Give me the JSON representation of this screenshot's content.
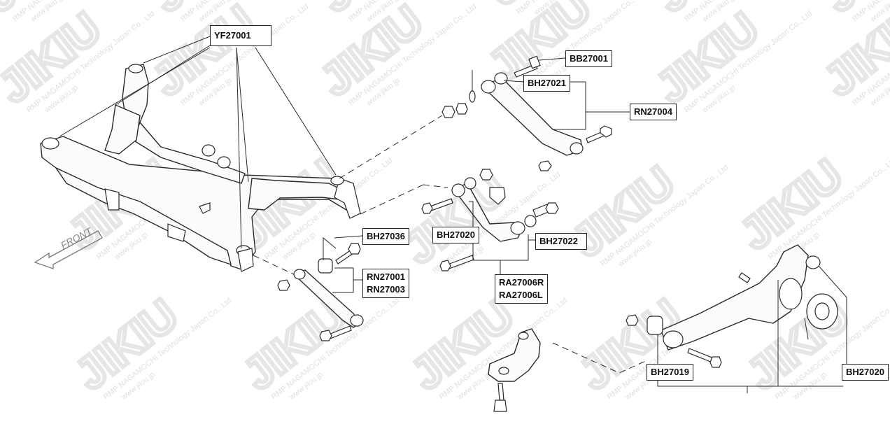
{
  "watermark": {
    "brand": "JIKIU",
    "line1": "RMP NAGAMOCHI Technology Japan Co., Ltd",
    "line2": "www.jikiu.jp"
  },
  "direction_label": "FRONT",
  "parts": {
    "yf27001": "YF27001",
    "bb27001": "BB27001",
    "bh27021": "BH27021",
    "rn27004": "RN27004",
    "bh27036": "BH27036",
    "rn27001": "RN27001",
    "rn27003": "RN27003",
    "bh27020_upper": "BH27020",
    "bh27022": "BH27022",
    "ra27006r": "RA27006R",
    "ra27006l": "RA27006L",
    "bh27019": "BH27019",
    "bh27020_lower": "BH27020"
  }
}
